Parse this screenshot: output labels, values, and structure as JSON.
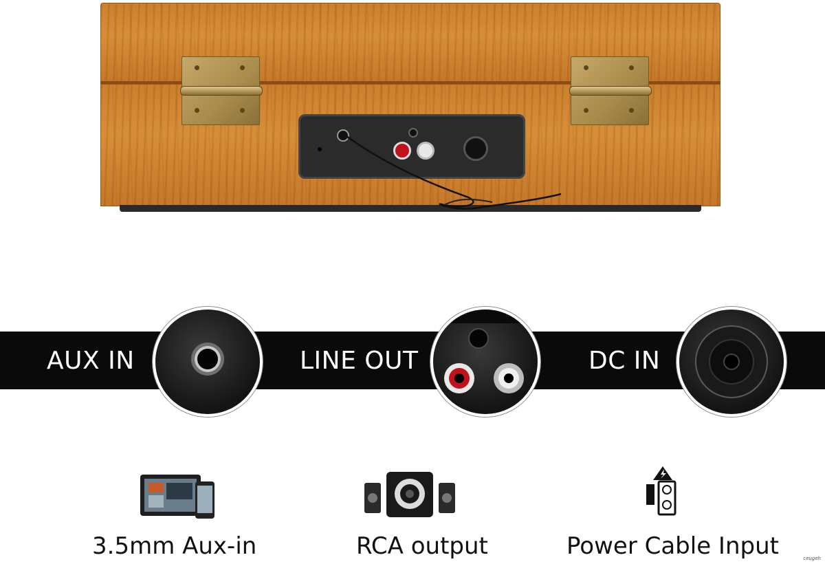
{
  "band": {
    "aux_in": "AUX IN",
    "line_out": "LINE OUT",
    "dc_in": "DC IN"
  },
  "captions": {
    "aux": "3.5mm Aux-in",
    "rca": "RCA output",
    "power": "Power Cable Input"
  },
  "icons": {
    "aux": "tablet-phone-icon",
    "rca": "speaker-set-icon",
    "power": "power-outlet-icon"
  },
  "colors": {
    "wood": "#c77a28",
    "band": "#0a0a0a",
    "rca_red": "#c0121a",
    "rca_white": "#e8e8e8",
    "hinge": "#b89a5a"
  },
  "watermark": "ceugeh"
}
